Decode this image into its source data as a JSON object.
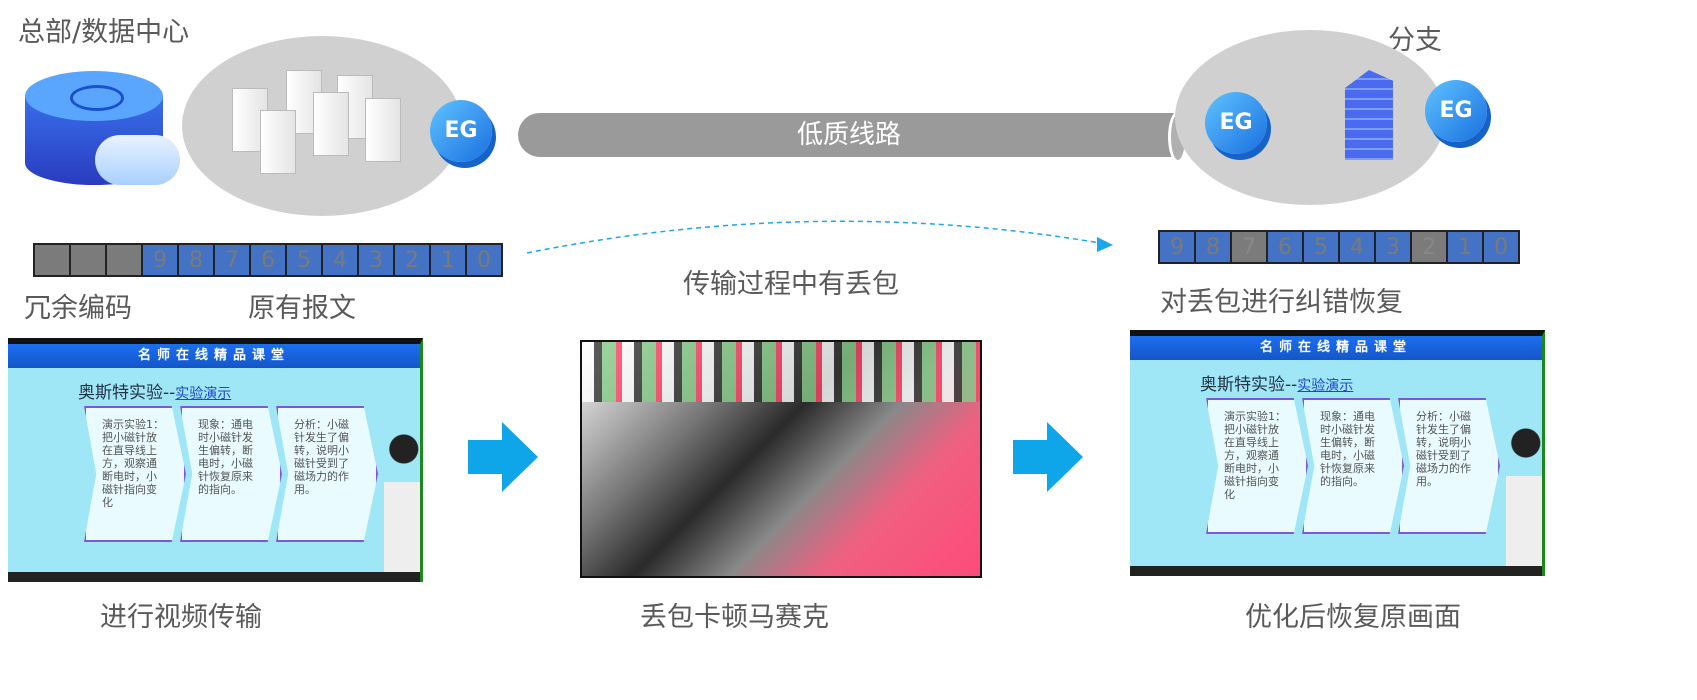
{
  "hq_label": "总部/数据中心",
  "branch_label": "分支",
  "eg_label": "EG",
  "link_label": "低质线路",
  "loss_label": "传输过程中有丢包",
  "redundancy_label": "冗余编码",
  "original_label": "原有报文",
  "recovery_label": "对丢包进行纠错恢复",
  "sent_packets": [
    {
      "t": "",
      "g": true
    },
    {
      "t": "",
      "g": true
    },
    {
      "t": "",
      "g": true
    },
    {
      "t": "9"
    },
    {
      "t": "8"
    },
    {
      "t": "7"
    },
    {
      "t": "6"
    },
    {
      "t": "5"
    },
    {
      "t": "4"
    },
    {
      "t": "3"
    },
    {
      "t": "2"
    },
    {
      "t": "1"
    },
    {
      "t": "0"
    }
  ],
  "recv_packets": [
    {
      "t": "9"
    },
    {
      "t": "8"
    },
    {
      "t": "7",
      "g": true
    },
    {
      "t": "6"
    },
    {
      "t": "5"
    },
    {
      "t": "4"
    },
    {
      "t": "3"
    },
    {
      "t": "2",
      "g": true
    },
    {
      "t": "1"
    },
    {
      "t": "0"
    }
  ],
  "video": {
    "header": "名师在线精品课堂",
    "title": "奥斯特实验",
    "subtitle": "实验演示",
    "step1": "演示实验1：把小磁针放在直导线上方，观察通断电时，小磁针指向变化",
    "step2": "现象：通电时小磁针发生偏转，断电时，小磁针恢复原来的指向。",
    "step3": "分析：小磁针发生了偏转，说明小磁针受到了磁场力的作用。"
  },
  "captions": {
    "left": "进行视频传输",
    "middle": "丢包卡顿马赛克",
    "right": "优化后恢复原画面"
  },
  "colors": {
    "packet": "#4472c4",
    "lost": "#7b7b7b",
    "arrow": "#1aa7ec"
  }
}
